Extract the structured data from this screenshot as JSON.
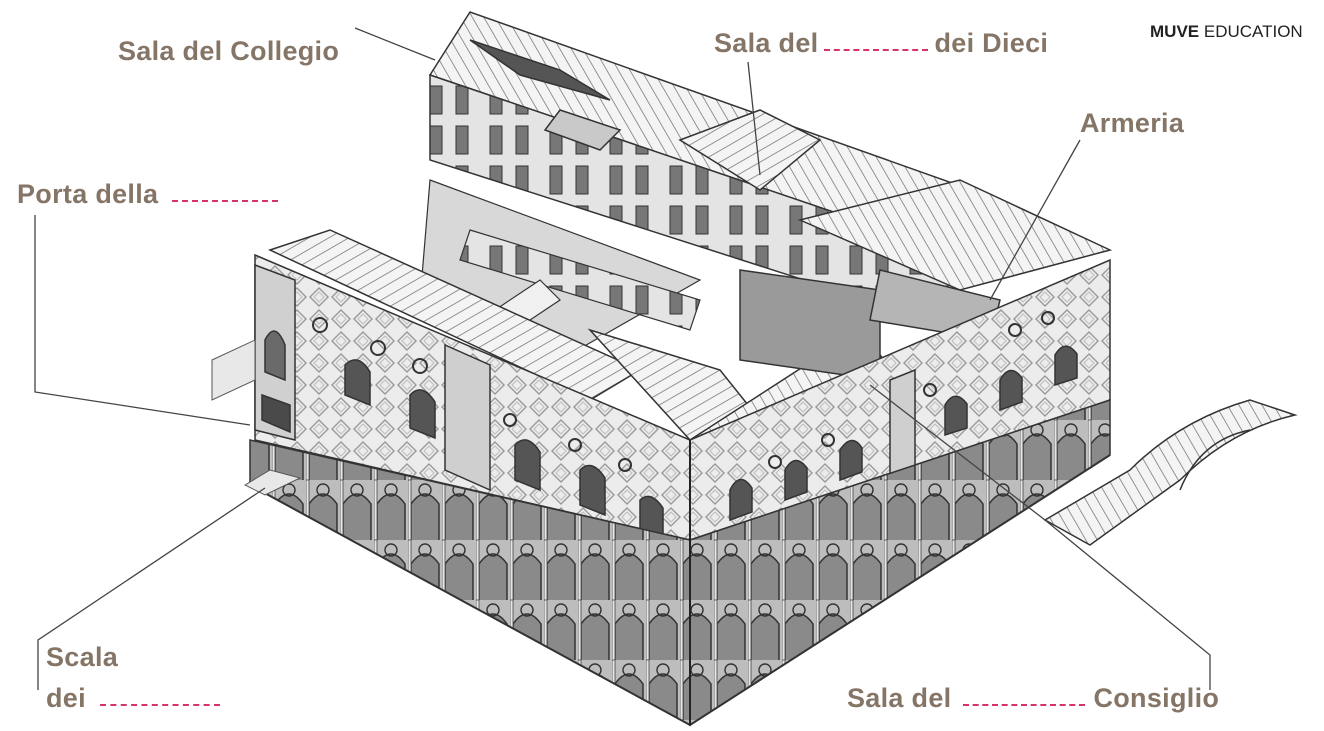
{
  "brand": {
    "bold": "MUVE",
    "regular": "EDUCATION"
  },
  "diagram": {
    "subject": "Isometric cutaway illustration of a Venetian Gothic palace",
    "colors": {
      "label_text": "#857566",
      "blank_line": "#d6336c",
      "leader_line": "#444444",
      "brand_text": "#222222"
    }
  },
  "labels": [
    {
      "id": "sala-collegio",
      "before": "Sala del Collegio",
      "blank": false,
      "after": ""
    },
    {
      "id": "sala-dieci",
      "before": "Sala del",
      "blank": true,
      "after": "dei Dieci"
    },
    {
      "id": "armeria",
      "before": "Armeria",
      "blank": false,
      "after": ""
    },
    {
      "id": "porta-della",
      "before": "Porta della",
      "blank": true,
      "after": ""
    },
    {
      "id": "scala-dei",
      "line1": "Scala",
      "before": "dei",
      "blank": true,
      "after": ""
    },
    {
      "id": "sala-consiglio",
      "before": "Sala del",
      "blank": true,
      "after": "Consiglio"
    }
  ]
}
